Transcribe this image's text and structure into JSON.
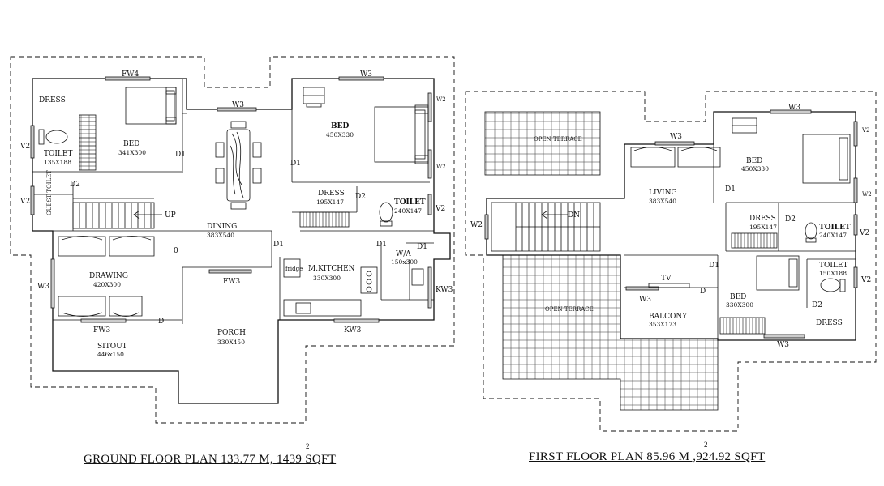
{
  "ground": {
    "caption": "GROUND  FLOOR  PLAN 133.77 M, 1439 SQFT",
    "sup": "2",
    "labels": {
      "fw4": "FW4",
      "dress": "DRESS",
      "bed": "BED",
      "bed_dim": "341X300",
      "v2a": "V2",
      "toilet": "TOILET",
      "toilet_dim": "135X188",
      "d1a": "D1",
      "d2a": "D2",
      "v2b": "V2",
      "guest_toilet": "GUEST TOILET",
      "up": "UP",
      "w3a": "W3",
      "dining": "DINING",
      "dining_dim": "383X540",
      "o": "0",
      "w3b": "W3",
      "bed2": "BED",
      "bed2_dim": "450X330",
      "w2a": "W2",
      "w2b": "W2",
      "d1b": "D1",
      "dress2": "DRESS",
      "dress2_dim": "195X147",
      "d2b": "D2",
      "toilet2": "TOILET",
      "toilet2_dim": "240X147",
      "v2c": "V2",
      "d1c": "D1",
      "d1d": "D1",
      "d1e": "D1",
      "wa": "W/A",
      "wa_dim": "150x300",
      "kw3a": "KW3",
      "fridge": "fridge",
      "kitchen": "M.KITCHEN",
      "kitchen_dim": "330X300",
      "w3c": "W3",
      "drawing": "DRAWING",
      "drawing_dim": "420X300",
      "fw3a": "FW3",
      "fw3b": "FW3",
      "d3": "D",
      "sitout": "SITOUT",
      "sitout_dim": "446x150",
      "porch": "PORCH",
      "porch_dim": "330X450",
      "kw3b": "KW3"
    }
  },
  "first": {
    "caption": "FIRST  FLOOR  PLAN 85.96 M ,924.92 SQFT",
    "sup": "2",
    "labels": {
      "open1": "OPEN TERRACE",
      "w3a": "W3",
      "w3b": "W3",
      "v2a": "V2",
      "bed": "BED",
      "bed_dim": "450X330",
      "w2a": "W2",
      "w2b": "W2",
      "living": "LIVING",
      "living_dim": "383X540",
      "d1a": "D1",
      "dn": "DN",
      "dress": "DRESS",
      "dress_dim": "195X147",
      "d2a": "D2",
      "toilet": "TOILET",
      "toilet_dim": "240X147",
      "v2b": "V2",
      "d1b": "D1",
      "toilet2": "TOILET",
      "toilet2_dim": "150X188",
      "v2c": "V2",
      "tv": "TV",
      "w3c": "W3",
      "d": "D",
      "bed2": "BED",
      "bed2_dim": "330X300",
      "d2b": "D2",
      "open2": "OPEN TERRACE",
      "balcony": "BALCONY",
      "balcony_dim": "353X173",
      "dress2": "DRESS",
      "w3d": "W3"
    }
  }
}
